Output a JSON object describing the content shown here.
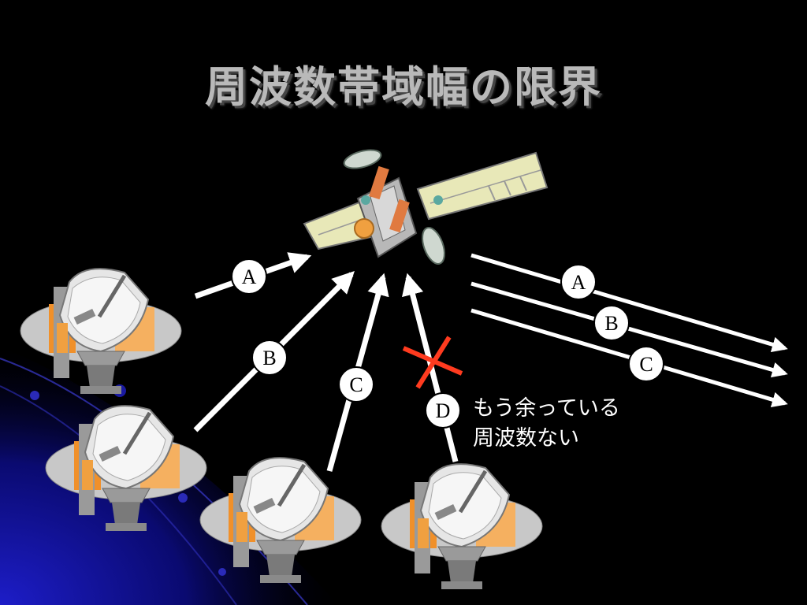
{
  "title": "周波数帯域幅の限界",
  "uplink_labels": {
    "a": "A",
    "b": "B",
    "c": "C",
    "d": "D"
  },
  "downlink_labels": {
    "a": "A",
    "b": "B",
    "c": "C"
  },
  "note": {
    "line1": "もう余っている",
    "line2": "周波数ない"
  },
  "colors": {
    "background": "#000000",
    "arrow": "#ffffff",
    "blocked_mark": "#ff3b1f",
    "dish_accent": "#f0a040",
    "title": "#b9b9b9"
  },
  "icons": [
    "satellite-icon",
    "dish-antenna-icon",
    "blocked-x-icon"
  ]
}
